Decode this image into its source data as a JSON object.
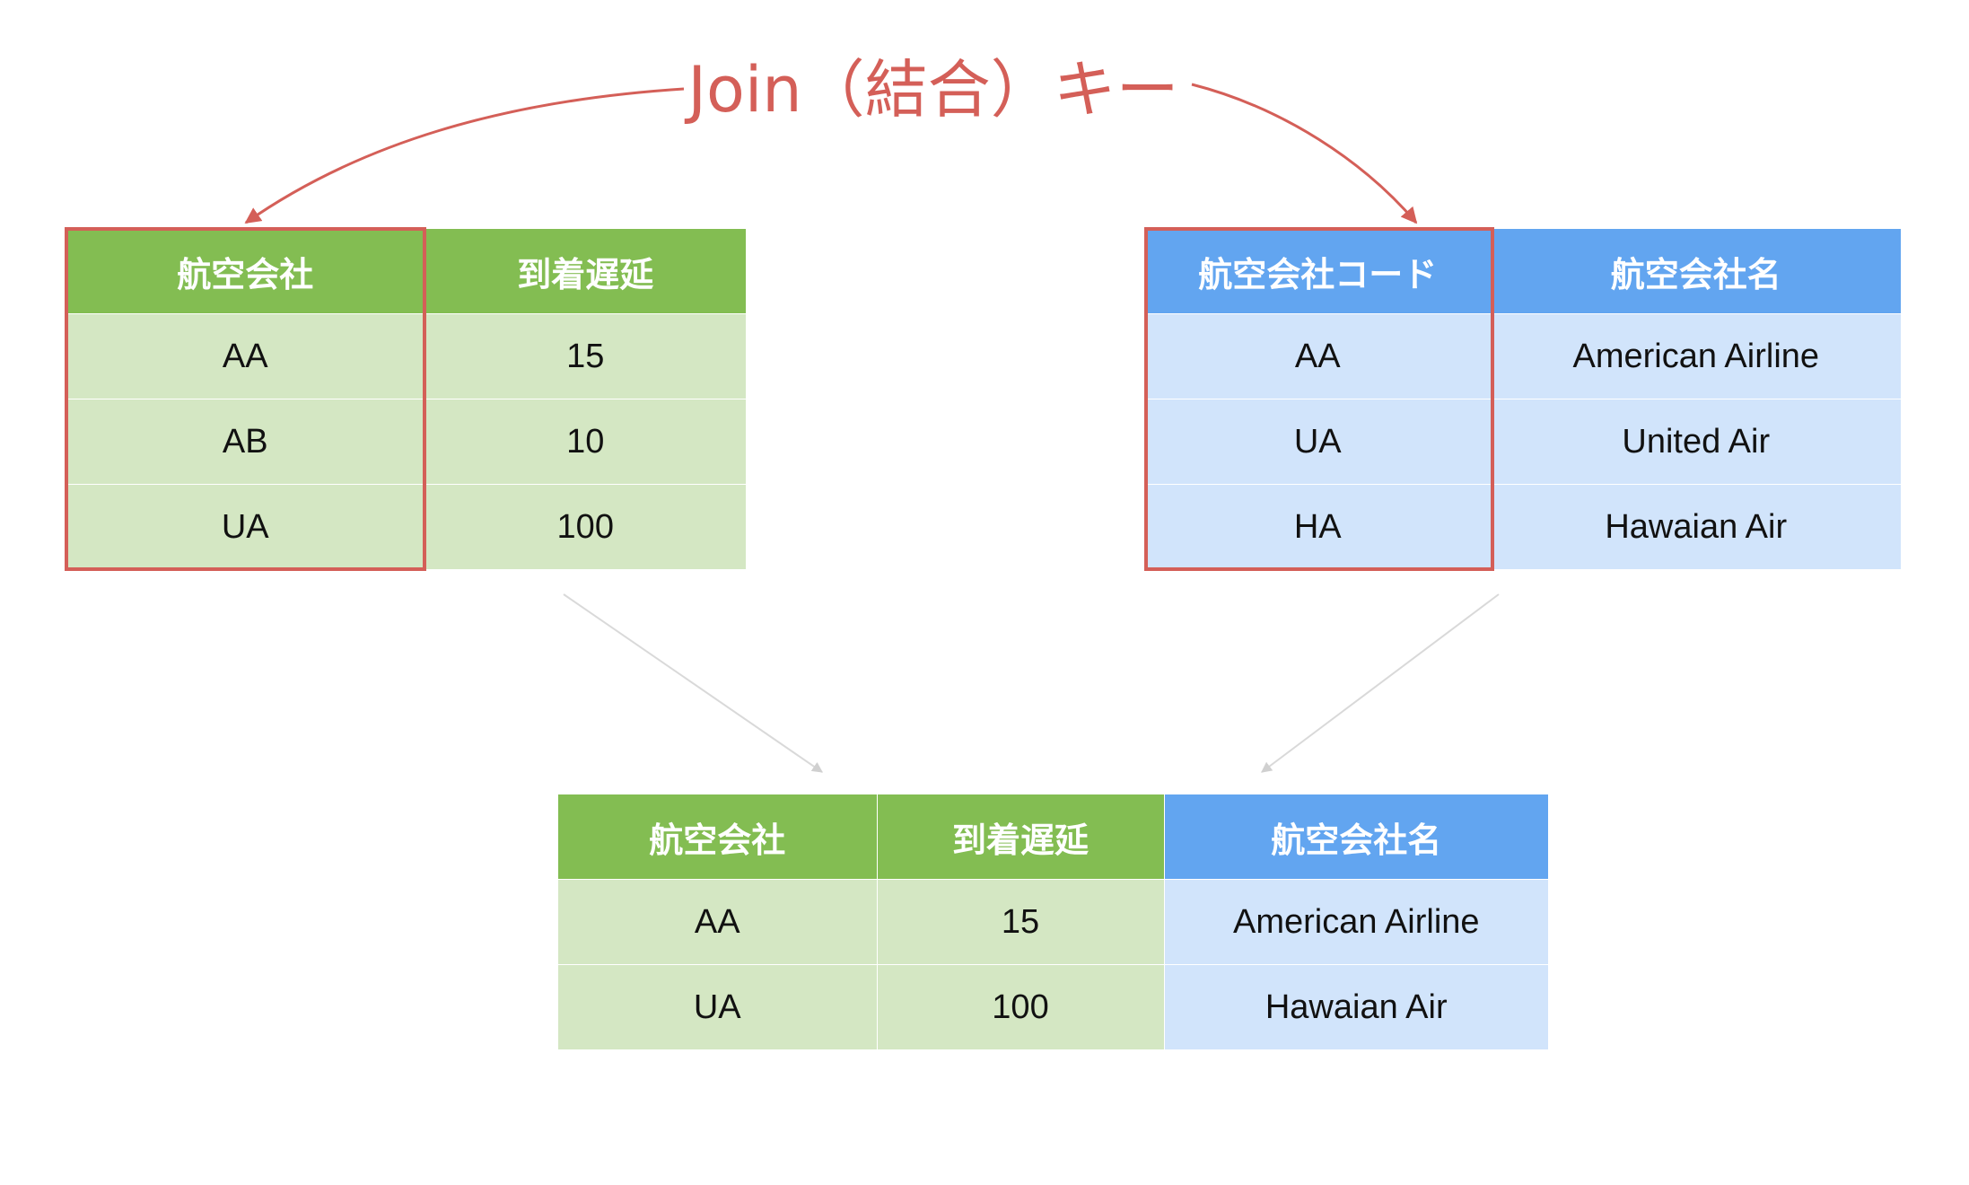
{
  "title": "Join（結合）キー",
  "colors": {
    "accent_red": "#d45f58",
    "green_header": "#83bd52",
    "green_cell": "#d4e7c3",
    "blue_header": "#62a5f0",
    "blue_cell": "#d1e4fb",
    "gray_arrow": "#d9d9d9"
  },
  "left_table": {
    "headers": [
      "航空会社",
      "到着遅延"
    ],
    "rows": [
      [
        "AA",
        "15"
      ],
      [
        "AB",
        "10"
      ],
      [
        "UA",
        "100"
      ]
    ]
  },
  "right_table": {
    "headers": [
      "航空会社コード",
      "航空会社名"
    ],
    "rows": [
      [
        "AA",
        "American Airline"
      ],
      [
        "UA",
        "United Air"
      ],
      [
        "HA",
        "Hawaian Air"
      ]
    ]
  },
  "result_table": {
    "headers": [
      "航空会社",
      "到着遅延",
      "航空会社名"
    ],
    "rows": [
      [
        "AA",
        "15",
        "American Airline"
      ],
      [
        "UA",
        "100",
        "Hawaian Air"
      ]
    ]
  }
}
